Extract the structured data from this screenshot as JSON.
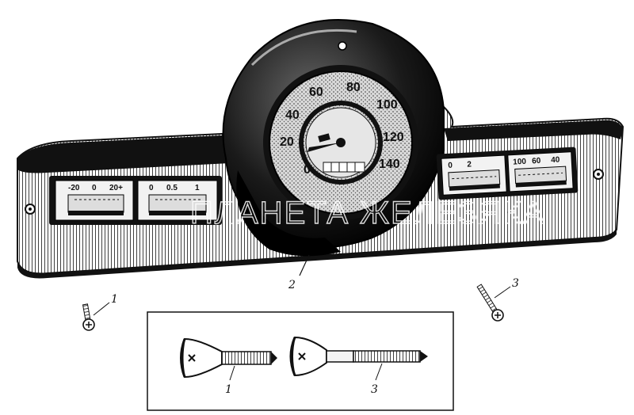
{
  "speedometer": {
    "scale": [
      "0",
      "20",
      "40",
      "60",
      "80",
      "100",
      "120",
      "140"
    ]
  },
  "left_gauges": {
    "temperature_scale": [
      "-20",
      "0",
      "20+"
    ],
    "oil_pressure_scale": [
      "0",
      "0.5",
      "1"
    ]
  },
  "right_gauges": {
    "ammeter_scale": [
      "0",
      "2"
    ],
    "fuel_scale": [
      "100",
      "60",
      "40"
    ]
  },
  "callouts": {
    "panel": "2",
    "screw_left": "1",
    "screw_right": "3",
    "inset_screw_short": "1",
    "inset_screw_long": "3"
  },
  "watermark": "ПЛАНЕТА ЖЕЛЕЗЯКА"
}
